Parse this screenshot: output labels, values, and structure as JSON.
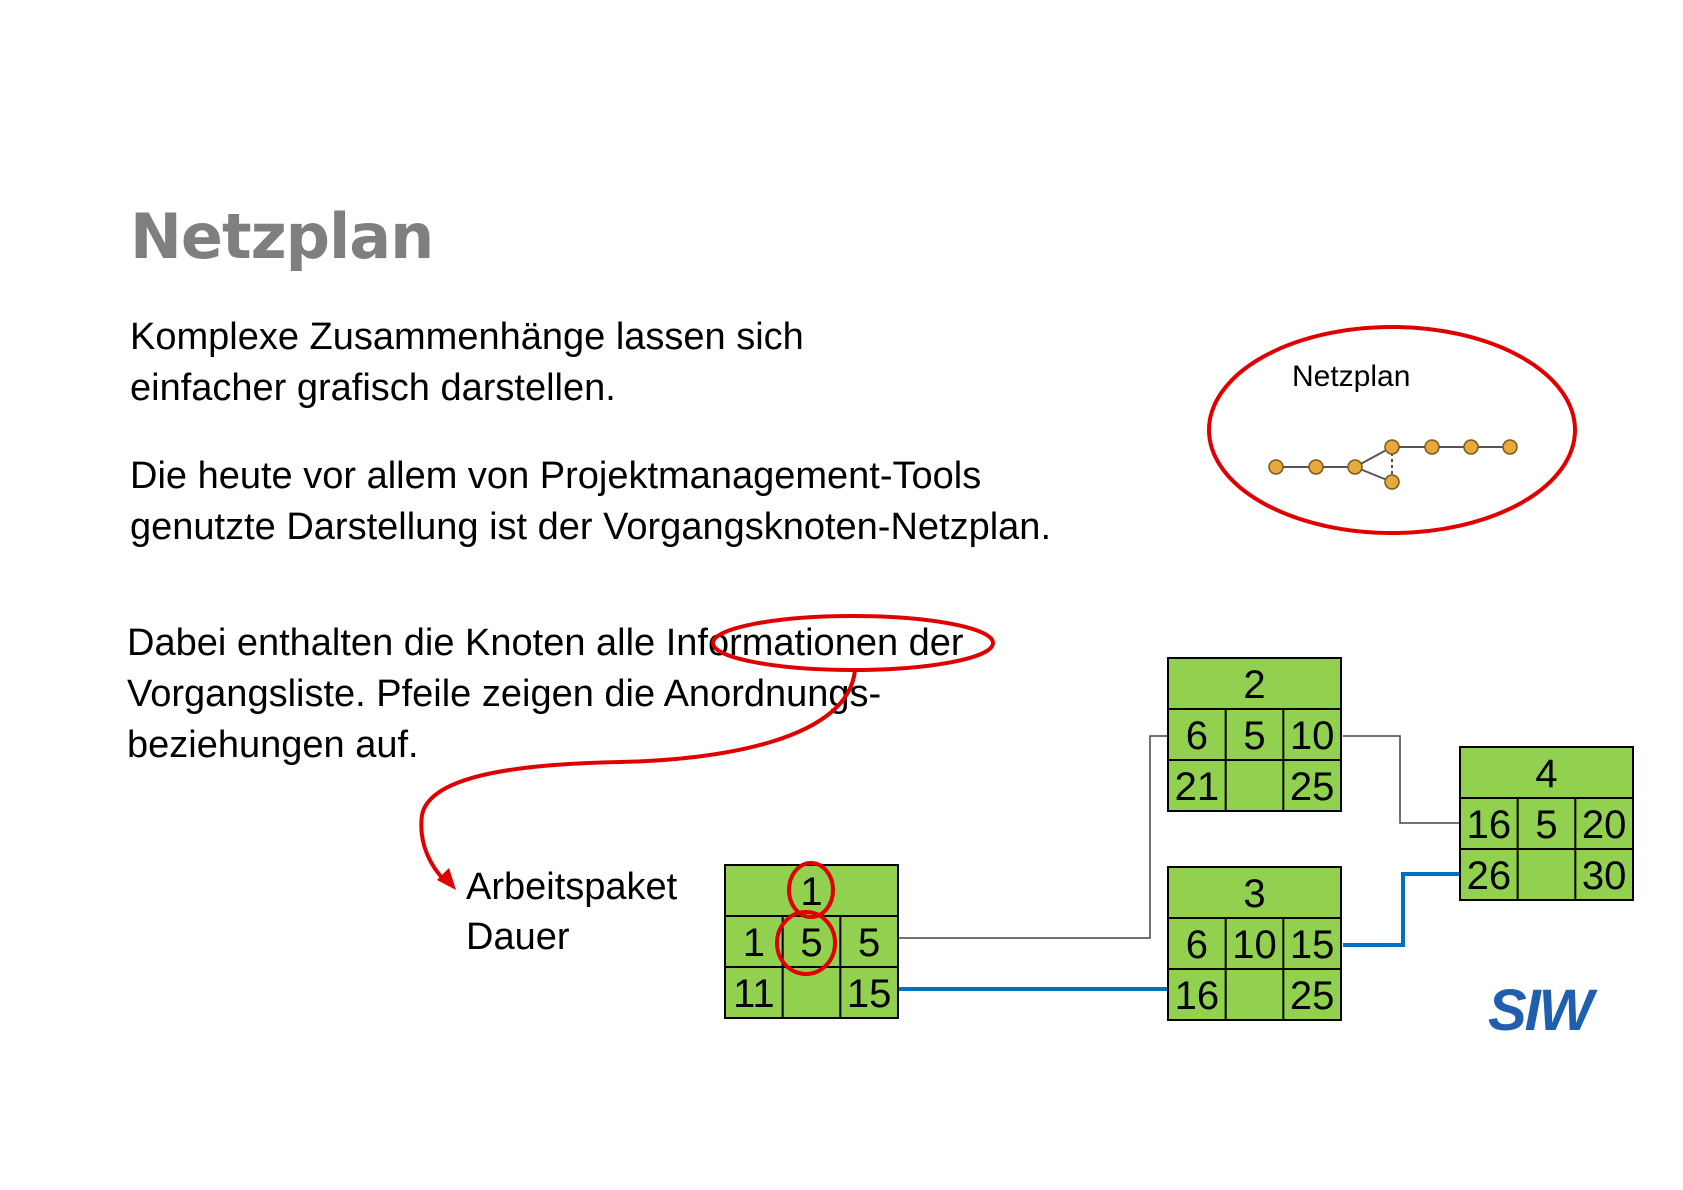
{
  "slide": {
    "title": "Netzplan",
    "paragraph1": [
      "Komplexe Zusammenhänge lassen sich",
      "einfacher grafisch darstellen."
    ],
    "paragraph2": [
      "Die heute vor allem von Projektmanagement-Tools",
      "genutzte Darstellung ist der Vorgangsknoten-Netzplan."
    ],
    "paragraph3": [
      "Dabei enthalten die Knoten alle Informationen der",
      "Vorgangsliste. Pfeile zeigen die Anordnungs-",
      "beziehungen auf."
    ],
    "thumbnail_label": "Netzplan",
    "node_labels": [
      "Arbeitspaket",
      "Dauer"
    ]
  },
  "nodes": [
    {
      "id": "1",
      "faz": "1",
      "dauer": "5",
      "fez": "5",
      "saz": "11",
      "puffer": "",
      "sez": "15"
    },
    {
      "id": "2",
      "faz": "6",
      "dauer": "5",
      "fez": "10",
      "saz": "21",
      "puffer": "",
      "sez": "25"
    },
    {
      "id": "3",
      "faz": "6",
      "dauer": "10",
      "fez": "15",
      "saz": "16",
      "puffer": "",
      "sez": "25"
    },
    {
      "id": "4",
      "faz": "16",
      "dauer": "5",
      "fez": "20",
      "saz": "26",
      "puffer": "",
      "sez": "30"
    }
  ],
  "colors": {
    "node_fill": "#92d050",
    "critical_path": "#0070c0",
    "annotation": "#e00000",
    "title": "#7f7f7f",
    "logo": "#1f5fae"
  },
  "logo": {
    "icon": "siw-logo"
  }
}
